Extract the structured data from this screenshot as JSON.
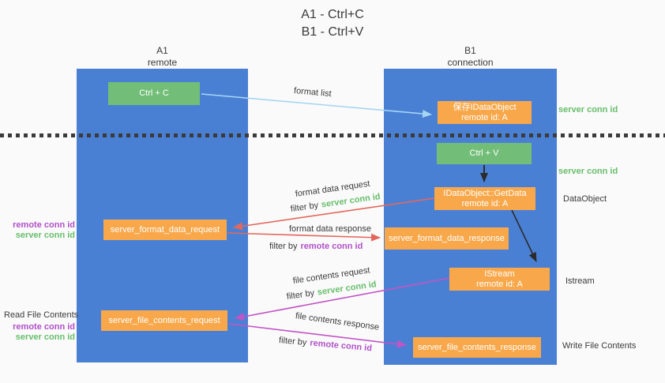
{
  "title": [
    "A1 - Ctrl+C",
    "B1 - Ctrl+V"
  ],
  "lifelines": {
    "left": {
      "name": "A1",
      "role": "remote"
    },
    "right": {
      "name": "B1",
      "role": "connection"
    }
  },
  "nodes": {
    "ctrl_c": "Ctrl + C",
    "ctrl_v": "Ctrl + V",
    "save_idataobject": {
      "line1": "保存IDataObject",
      "line2": "remote id: A"
    },
    "idataobject_getdata": {
      "line1": "IDataObject::GetData",
      "line2": "remote id: A"
    },
    "istream": {
      "line1": "IStream",
      "line2": "remote id: A"
    },
    "server_format_data_request": "server_format_data_request",
    "server_format_data_response": "server_format_data_response",
    "server_file_contents_request": "server_file_contents_request",
    "server_file_contents_response": "server_file_contents_response"
  },
  "edges": {
    "format_list": {
      "label": "format list"
    },
    "format_data_request": {
      "label": "format data request",
      "filter_prefix": "filter by",
      "filter_key": "server conn id"
    },
    "format_data_response": {
      "label": "format data response",
      "filter_prefix": "filter by",
      "filter_key": "remote conn id"
    },
    "file_contents_request": {
      "label": "file contents request",
      "filter_prefix": "filter by",
      "filter_key": "server conn id"
    },
    "file_contents_response": {
      "label": "file contents response",
      "filter_prefix": "filter by",
      "filter_key": "remote conn id"
    }
  },
  "side_labels": {
    "right_server_conn_id_top": "server conn id",
    "right_server_conn_id_mid": "server conn id",
    "dataobject": "DataObject",
    "istream": "Istream",
    "write_file_contents": "Write File Contents",
    "left_remote_conn_id_mid": "remote conn id",
    "left_server_conn_id_mid": "server conn id",
    "read_file_contents": "Read File Contents",
    "left_remote_conn_id_bottom": "remote conn id",
    "left_server_conn_id_bottom": "server conn id"
  },
  "colors": {
    "lifeline_blue": "#4A80D4",
    "node_green": "#72BE78",
    "node_orange": "#F8A84B",
    "arrow_salmon": "#E2685D",
    "arrow_magenta": "#C055C5",
    "arrow_lightblue": "#A5D5F3",
    "arrow_black": "#2B2B2B",
    "text_green": "#67BE6B",
    "text_purple": "#B150C8",
    "text_dark": "#3A3A3A"
  }
}
